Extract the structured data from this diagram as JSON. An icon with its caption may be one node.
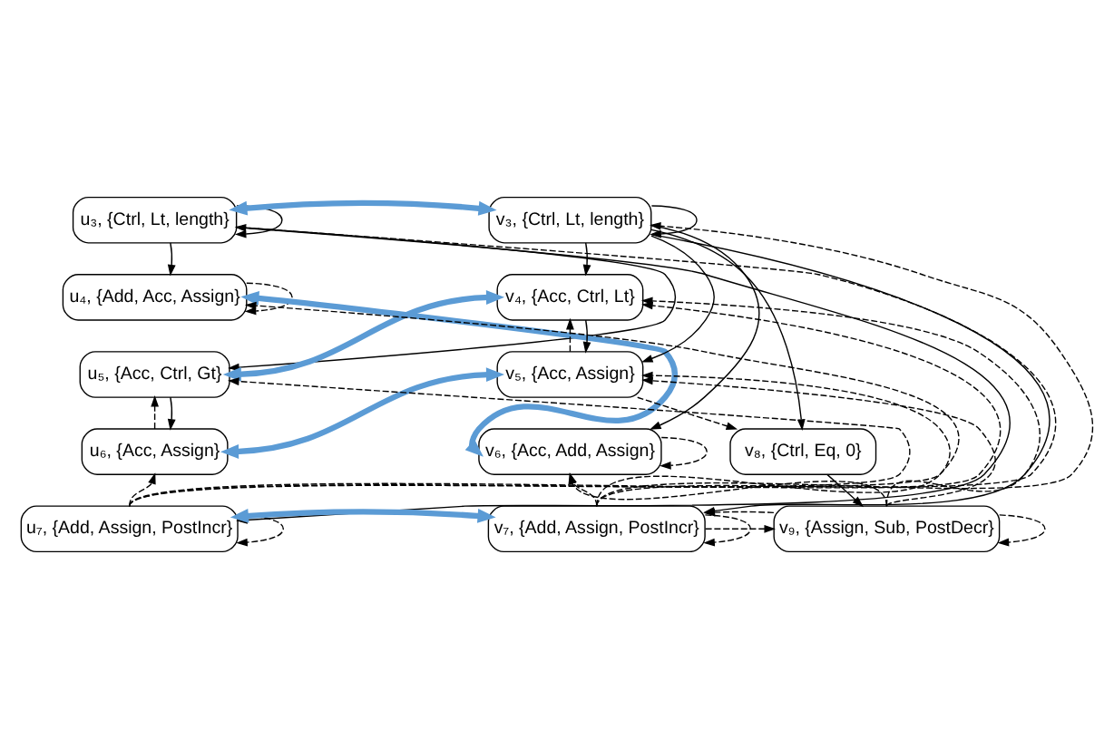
{
  "diagram": {
    "nodes": [
      {
        "text": [
          "u₃, {Ctrl, Lt, length}"
        ]
      },
      {
        "text": [
          "u₄, {Add, Acc, Assign}"
        ]
      },
      {
        "text": [
          "u₅, {Acc, Ctrl, Gt}"
        ]
      },
      {
        "text": [
          "u₆, {Acc, Assign}"
        ]
      },
      {
        "text": [
          "u₇, {Add, Assign, PostIncr}"
        ]
      },
      {
        "text": [
          "v₃, {Ctrl, Lt, length}"
        ]
      },
      {
        "text": [
          "v₄, {Acc, Ctrl, Lt}"
        ]
      },
      {
        "text": [
          "v₅, {Acc, Assign}"
        ]
      },
      {
        "text": [
          "v₈, {Ctrl, Eq, 0}"
        ]
      },
      {
        "text": [
          "v₆, {Acc, Add, Assign}"
        ]
      },
      {
        "text": [
          "v₇, {Add, Assign, PostIncr}"
        ]
      },
      {
        "text": [
          "v₉, {Assign, Sub, PostDecr}"
        ]
      }
    ],
    "edges": [
      {
        "from": 0,
        "to": 0,
        "arrow": "to"
      },
      {
        "from": 0,
        "to": 1,
        "arrow": "to"
      },
      {
        "from": 0,
        "to": 2,
        "arrow": "to"
      },
      {
        "from": 0,
        "to": 4,
        "arrow": "to"
      },
      {
        "from": 1,
        "to": 1,
        "arrow": "to",
        "style": "dashed"
      },
      {
        "from": 2,
        "to": 3,
        "arrow": "to"
      },
      {
        "from": 3,
        "to": 2,
        "arrow": "to",
        "style": "dashed"
      },
      {
        "from": 4,
        "to": 4,
        "arrow": "to",
        "style": "dashed"
      },
      {
        "from": 4,
        "to": 3,
        "arrow": "to",
        "style": "dashed"
      },
      {
        "from": 4,
        "to": 2,
        "arrow": "to",
        "style": "dashed"
      },
      {
        "from": 4,
        "to": 1,
        "arrow": "to",
        "style": "dashed"
      },
      {
        "from": 4,
        "to": 0,
        "arrow": "to",
        "style": "dashed"
      },
      {
        "from": 0,
        "to": 5,
        "arrow": "both",
        "style": "thick",
        "color": "#5b9bd5"
      },
      {
        "from": 1,
        "to": 9,
        "arrow": "both",
        "style": "thick",
        "color": "#5b9bd5"
      },
      {
        "from": 2,
        "to": 6,
        "arrow": "both",
        "style": "thick",
        "color": "#5b9bd5"
      },
      {
        "from": 3,
        "to": 7,
        "arrow": "both",
        "style": "thick",
        "color": "#5b9bd5"
      },
      {
        "from": 4,
        "to": 10,
        "arrow": "both",
        "style": "thick",
        "color": "#5b9bd5"
      },
      {
        "from": 5,
        "to": 5,
        "arrow": "to"
      },
      {
        "from": 5,
        "to": 6,
        "arrow": "to"
      },
      {
        "from": 5,
        "to": 7,
        "arrow": "to"
      },
      {
        "from": 5,
        "to": 9,
        "arrow": "to"
      },
      {
        "from": 5,
        "to": 10,
        "arrow": "to"
      },
      {
        "from": 5,
        "to": 8,
        "arrow": "to"
      },
      {
        "from": 6,
        "to": 7,
        "arrow": "to"
      },
      {
        "from": 7,
        "to": 6,
        "arrow": "to",
        "style": "dashed"
      },
      {
        "from": 7,
        "to": 8,
        "arrow": "to",
        "style": "dashed"
      },
      {
        "from": 8,
        "to": 11,
        "arrow": "to"
      },
      {
        "from": 9,
        "to": 9,
        "arrow": "to",
        "style": "dashed"
      },
      {
        "from": 10,
        "to": 10,
        "arrow": "to",
        "style": "dashed"
      },
      {
        "from": 10,
        "to": 9,
        "arrow": "to",
        "style": "dashed"
      },
      {
        "from": 10,
        "to": 7,
        "arrow": "to",
        "style": "dashed"
      },
      {
        "from": 10,
        "to": 6,
        "arrow": "to",
        "style": "dashed"
      },
      {
        "from": 10,
        "to": 5,
        "arrow": "to",
        "style": "dashed"
      },
      {
        "from": 10,
        "to": 11,
        "arrow": "to",
        "style": "dashed"
      },
      {
        "from": 11,
        "to": 10,
        "arrow": "to",
        "style": "dashed"
      },
      {
        "from": 11,
        "to": 11,
        "arrow": "to",
        "style": "dashed"
      },
      {
        "from": 11,
        "to": 9,
        "arrow": "to",
        "style": "dashed"
      },
      {
        "from": 11,
        "to": 7,
        "arrow": "to",
        "style": "dashed"
      },
      {
        "from": 11,
        "to": 6,
        "arrow": "to",
        "style": "dashed"
      }
    ]
  }
}
